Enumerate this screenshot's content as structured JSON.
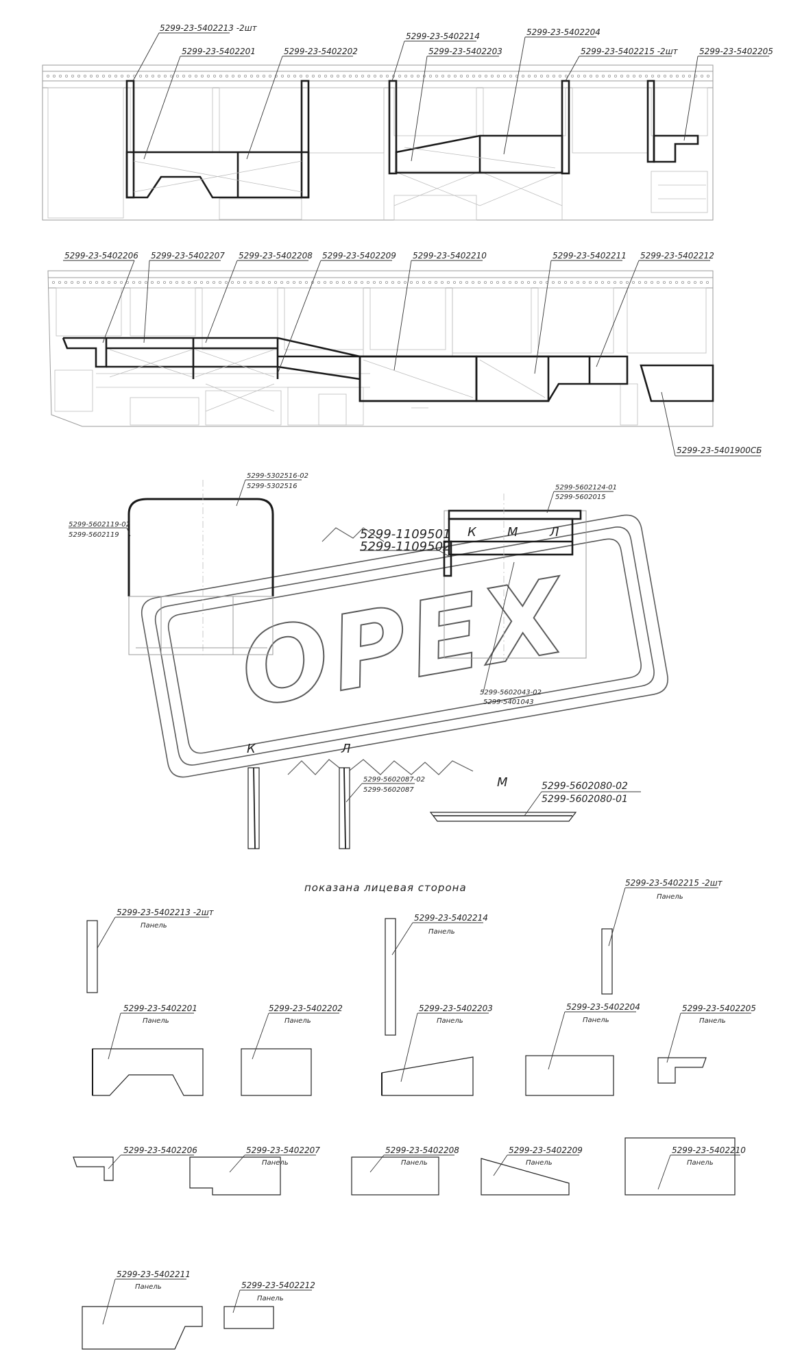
{
  "diagram": {
    "view1_labels": {
      "p2213": "5299-23-5402213 -2шт",
      "p2201": "5299-23-5402201",
      "p2202": "5299-23-5402202",
      "p2214": "5299-23-5402214",
      "p2203": "5299-23-5402203",
      "p2204": "5299-23-5402204",
      "p2215": "5299-23-5402215 -2шт",
      "p2205": "5299-23-5402205"
    },
    "view2_labels": {
      "p2206": "5299-23-5402206",
      "p2207": "5299-23-5402207",
      "p2208": "5299-23-5402208",
      "p2209": "5299-23-5402209",
      "p2210": "5299-23-5402210",
      "p2211": "5299-23-5402211",
      "p2212": "5299-23-5402212",
      "p1900": "5299-23-5401900СБ"
    },
    "section_labels": {
      "roof_a": "5299-5302516-02",
      "roof_b": "5299-5302516",
      "side_a": "5299-5602119-02",
      "side_b": "5299-5602119",
      "top_a": "5299-5602124-01",
      "top_b": "5299-5602015",
      "panel_a": "5299-1109501",
      "panel_b": "5299-1109502",
      "dash_a": "5299-5602043-02",
      "dash_b": "5299-5401043",
      "post_a": "5299-5602087-02",
      "post_b": "5299-5602087",
      "strip_a": "5299-5602080-02",
      "strip_b": "5299-5602080-01",
      "k": "К",
      "m": "М",
      "l": "Л"
    },
    "watermark": "OPEX",
    "note": "показана лицевая сторона",
    "panel_word": "Панель",
    "detail_labels": {
      "d2213": "5299-23-5402213 -2шт",
      "d2214": "5299-23-5402214",
      "d2215": "5299-23-5402215 -2шт",
      "d2201": "5299-23-5402201",
      "d2202": "5299-23-5402202",
      "d2203": "5299-23-5402203",
      "d2204": "5299-23-5402204",
      "d2205": "5299-23-5402205",
      "d2206": "5299-23-5402206",
      "d2207": "5299-23-5402207",
      "d2208": "5299-23-5402208",
      "d2209": "5299-23-5402209",
      "d2210": "5299-23-5402210",
      "d2211": "5299-23-5402211",
      "d2212": "5299-23-5402212"
    }
  }
}
